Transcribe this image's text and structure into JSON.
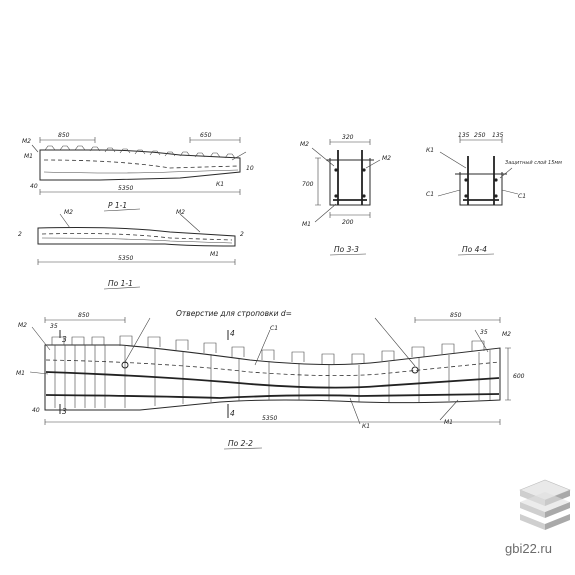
{
  "views": {
    "section_1_1": {
      "caption": "Р 1-1",
      "labels": {
        "m2": "М2",
        "m1": "М1",
        "k1": "К1"
      },
      "dims": {
        "left": "850",
        "right": "650",
        "length": "5350",
        "bottom": "40",
        "h": "10"
      }
    },
    "plan_1_1": {
      "caption": "По 1-1",
      "labels": {
        "m2a": "М2",
        "m2b": "М2",
        "m1": "М1"
      },
      "dims": {
        "length": "5350",
        "left": "2",
        "right": "2"
      }
    },
    "section_3_3": {
      "caption": "По 3-3",
      "labels": {
        "m2a": "М2",
        "m2b": "М2",
        "m1": "М1"
      },
      "dims": {
        "top": "320",
        "width": "200",
        "height": "700"
      }
    },
    "section_4_4": {
      "caption": "По 4-4",
      "labels": {
        "k1": "К1",
        "c1a": "С1",
        "c1b": "С1",
        "note": "Защитный слой 15мм"
      },
      "dims": {
        "a": "135",
        "b": "250",
        "c": "135"
      }
    },
    "main_view": {
      "caption": "По 2-2",
      "note": "Отверстие для строповки d=",
      "labels": {
        "m2a": "М2",
        "m2b": "М2",
        "m1a": "М1",
        "m1b": "М1",
        "c1": "С1",
        "k1": "К1"
      },
      "dims": {
        "left": "850",
        "right": "850",
        "length": "5350",
        "height": "600",
        "bottom": "40",
        "top_left": "35",
        "top_right": "35"
      },
      "section_marks": {
        "s3": "3",
        "s4": "4"
      }
    }
  },
  "watermark": {
    "site": "gbi22.ru"
  },
  "colors": {
    "ink": "#2a2a2a",
    "paper": "#ffffff",
    "logo_light": "#e9e9e9",
    "logo_mid": "#cfcfcf",
    "logo_dark": "#a9a9a9"
  }
}
